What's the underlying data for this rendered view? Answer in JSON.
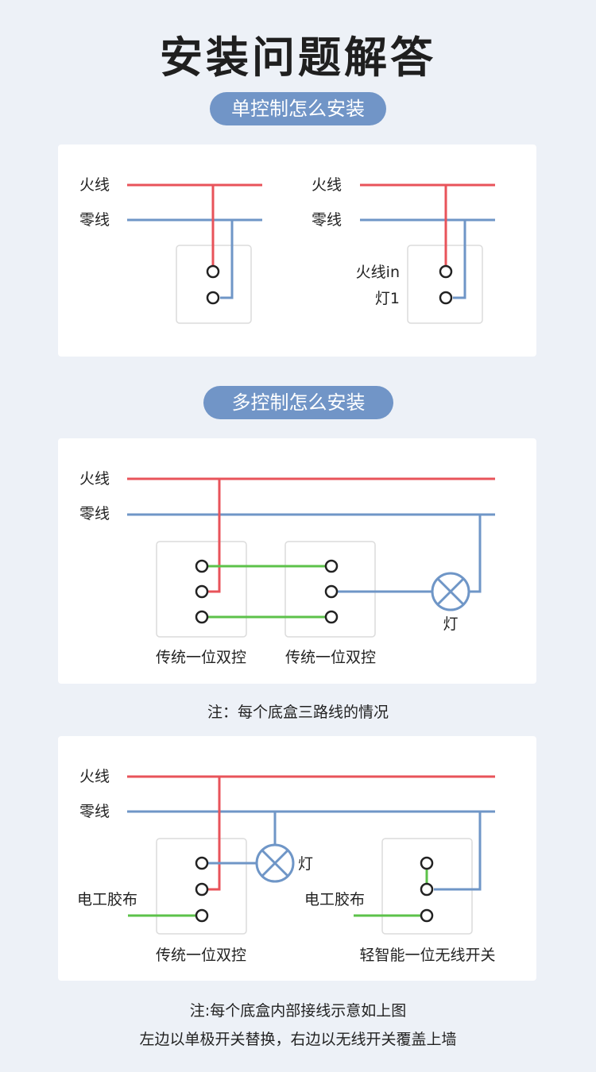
{
  "title": "安装问题解答",
  "section1": {
    "heading": "单控制怎么安装",
    "left": {
      "live": "火线",
      "neutral": "零线"
    },
    "right": {
      "live": "火线",
      "neutral": "零线",
      "terminal_in": "火线in",
      "terminal_lamp": "灯1"
    }
  },
  "section2": {
    "heading": "多控制怎么安装",
    "live": "火线",
    "neutral": "零线",
    "switch1": "传统一位双控",
    "switch2": "传统一位双控",
    "lamp": "灯",
    "note": "注：每个底盒三路线的情况"
  },
  "section3": {
    "live": "火线",
    "neutral": "零线",
    "lamp": "灯",
    "tape_left": "电工胶布",
    "tape_right": "电工胶布",
    "switch1": "传统一位双控",
    "switch2": "轻智能一位无线开关",
    "note_line1": "注:每个底盒内部接线示意如上图",
    "note_line2": "左边以单极开关替换，右边以无线开关覆盖上墙"
  },
  "colors": {
    "live": "#e8535a",
    "neutral": "#6f96c7",
    "traveler": "#5cc24a",
    "pill": "#7195c7"
  }
}
